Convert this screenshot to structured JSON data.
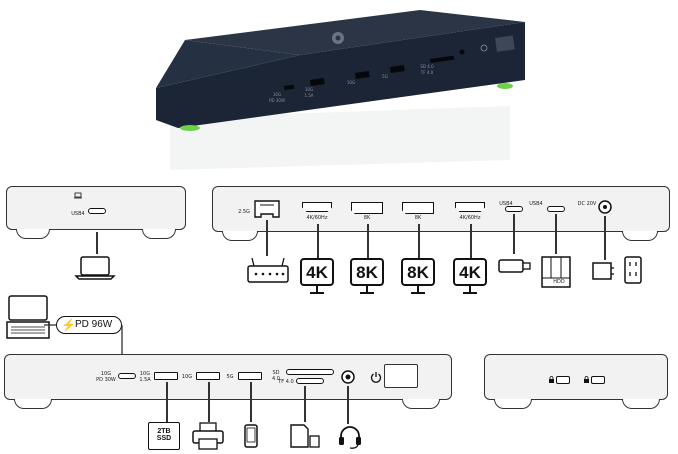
{
  "product_photo": {
    "ports_text": [
      "10G",
      "PD 30W",
      "10G",
      "1.5A",
      "10G",
      "5G",
      "SD 4.0",
      "TF 4.0"
    ]
  },
  "left_side": {
    "usb4_label": "USB4"
  },
  "rear": {
    "ethernet_label": "2.5G",
    "ports": [
      {
        "label": "4K/60Hz",
        "display": "4K"
      },
      {
        "label": "8K",
        "display": "8K"
      },
      {
        "label": "8K",
        "display": "8K"
      },
      {
        "label": "4K/60Hz",
        "display": "4K"
      }
    ],
    "usb4_a": "USB4",
    "usb4_b": "USB4",
    "dc_label": "DC 20V",
    "hdd_label": "HDD"
  },
  "front": {
    "pd_badge": "PD 96W",
    "usbc_label_1": "10G",
    "usbc_label_2": "PD 30W",
    "usba1_label_1": "10G",
    "usba1_label_2": "1.5A",
    "usba2_label": "10G",
    "usba3_label": "5G",
    "sd_label": "SD 4.0",
    "tf_label": "TF 4.0",
    "ssd_label_1": "2TB",
    "ssd_label_2": "SSD"
  }
}
